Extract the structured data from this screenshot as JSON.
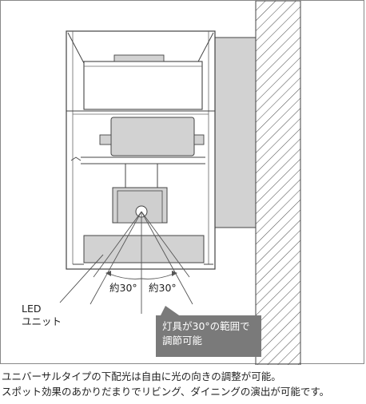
{
  "labels": {
    "led_unit_line1": "LED",
    "led_unit_line2": "ユニット",
    "angle_left": "約30°",
    "angle_right": "約30°",
    "callout_line1": "灯具が30°の範囲で",
    "callout_line2": "調節可能"
  },
  "caption": {
    "line1": "ユニバーサルタイプの下配光は自由に光の向きの調整が可能。",
    "line2": "スポット効果のあかりだまりでリビング、ダイニングの演出が可能です。"
  },
  "colors": {
    "line": "#444444",
    "fixture_fill": "#d2d2d2",
    "callout_bg": "#7a7a7a",
    "wall_hatch": "#555555"
  }
}
